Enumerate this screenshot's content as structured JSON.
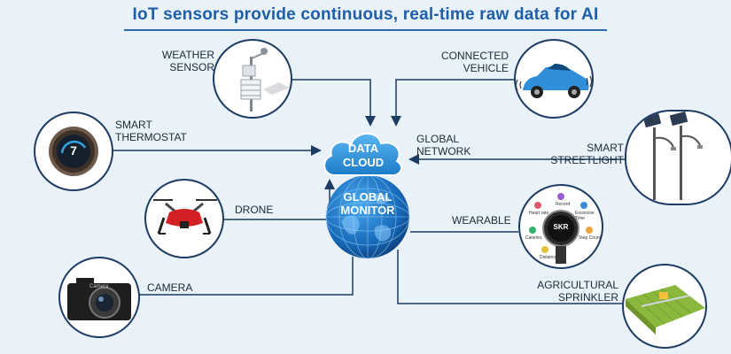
{
  "title": "IoT sensors provide continuous, real-time raw data for AI",
  "center": {
    "cloud_line1": "DATA",
    "cloud_line2": "CLOUD",
    "globe_line1": "GLOBAL",
    "globe_line2": "MONITOR"
  },
  "network_label_line1": "GLOBAL",
  "network_label_line2": "NETWORK",
  "devices": {
    "weather": {
      "line1": "WEATHER",
      "line2": "SENSOR",
      "icon": "weather-station-icon"
    },
    "thermostat": {
      "line1": "SMART",
      "line2": "THERMOSTAT",
      "icon": "thermostat-icon",
      "display": "7"
    },
    "drone": {
      "line1": "DRONE",
      "icon": "drone-icon"
    },
    "camera": {
      "line1": "CAMERA",
      "icon": "camera-icon",
      "brand": "Camera"
    },
    "vehicle": {
      "line1": "CONNECTED",
      "line2": "VEHICLE",
      "icon": "car-icon"
    },
    "streetlight": {
      "line1": "SMART",
      "line2": "STREETLIGHT",
      "icon": "streetlight-icon"
    },
    "wearable": {
      "line1": "WEARABLE",
      "icon": "smartwatch-icon",
      "watch_face": "SKR",
      "features": [
        "Heart rate",
        "Record",
        "Excercise Time",
        "Step Count",
        "Distance",
        "Calories"
      ]
    },
    "sprinkler": {
      "line1": "AGRICULTURAL",
      "line2": "SPRINKLER",
      "icon": "sprinkler-icon"
    }
  },
  "colors": {
    "background": "#e9f1f9",
    "title": "#1f5ea8",
    "arrow": "#1d3b63",
    "cloud": "#2a8fd6",
    "globe": "#1769b8"
  }
}
